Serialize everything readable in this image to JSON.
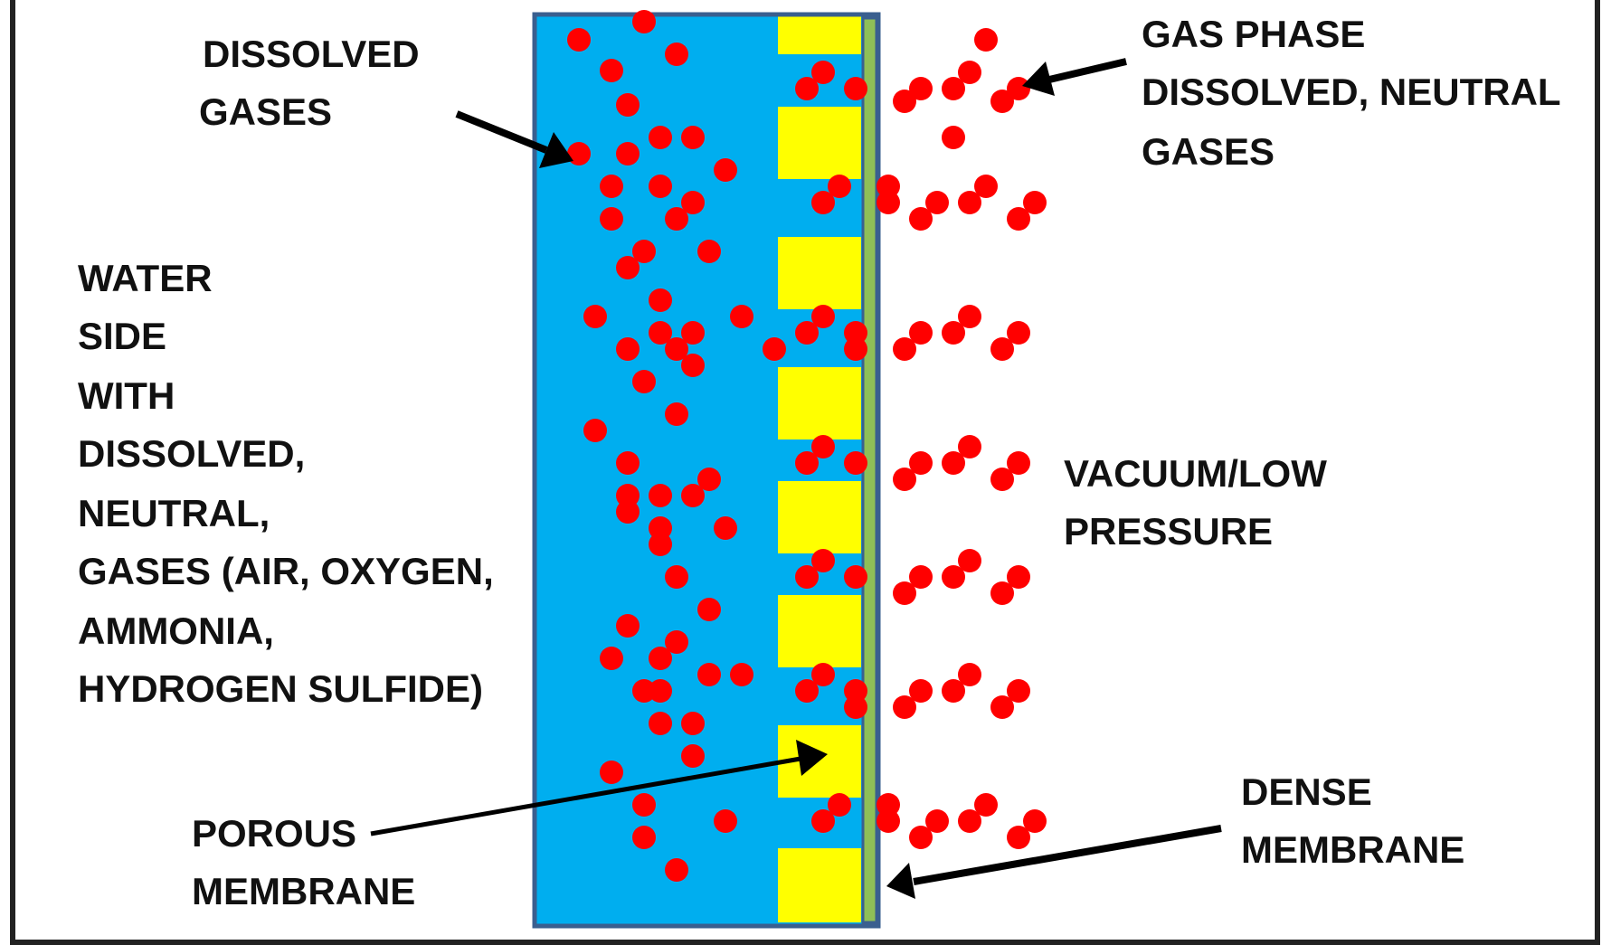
{
  "labels": {
    "dissolved_gases": [
      "DISSOLVED",
      "GASES"
    ],
    "water_side": [
      "WATER",
      "SIDE",
      "WITH",
      "DISSOLVED,",
      "NEUTRAL,",
      "GASES (AIR, OXYGEN,",
      "AMMONIA,",
      "HYDROGEN SULFIDE)"
    ],
    "porous_membrane": [
      "POROUS",
      "MEMBRANE"
    ],
    "gas_phase": [
      "GAS PHASE",
      "DISSOLVED, NEUTRAL",
      "GASES"
    ],
    "vacuum": [
      "VACUUM/LOW",
      "PRESSURE"
    ],
    "dense_membrane": [
      "DENSE",
      "MEMBRANE"
    ]
  },
  "colors": {
    "water": "#00AEEF",
    "porous_membrane": "#FFFF00",
    "dense_membrane": "#8FBF57",
    "gas_molecule": "#FF0000",
    "outline": "#3A5F8F",
    "frame": "#222222",
    "arrow": "#000000"
  }
}
